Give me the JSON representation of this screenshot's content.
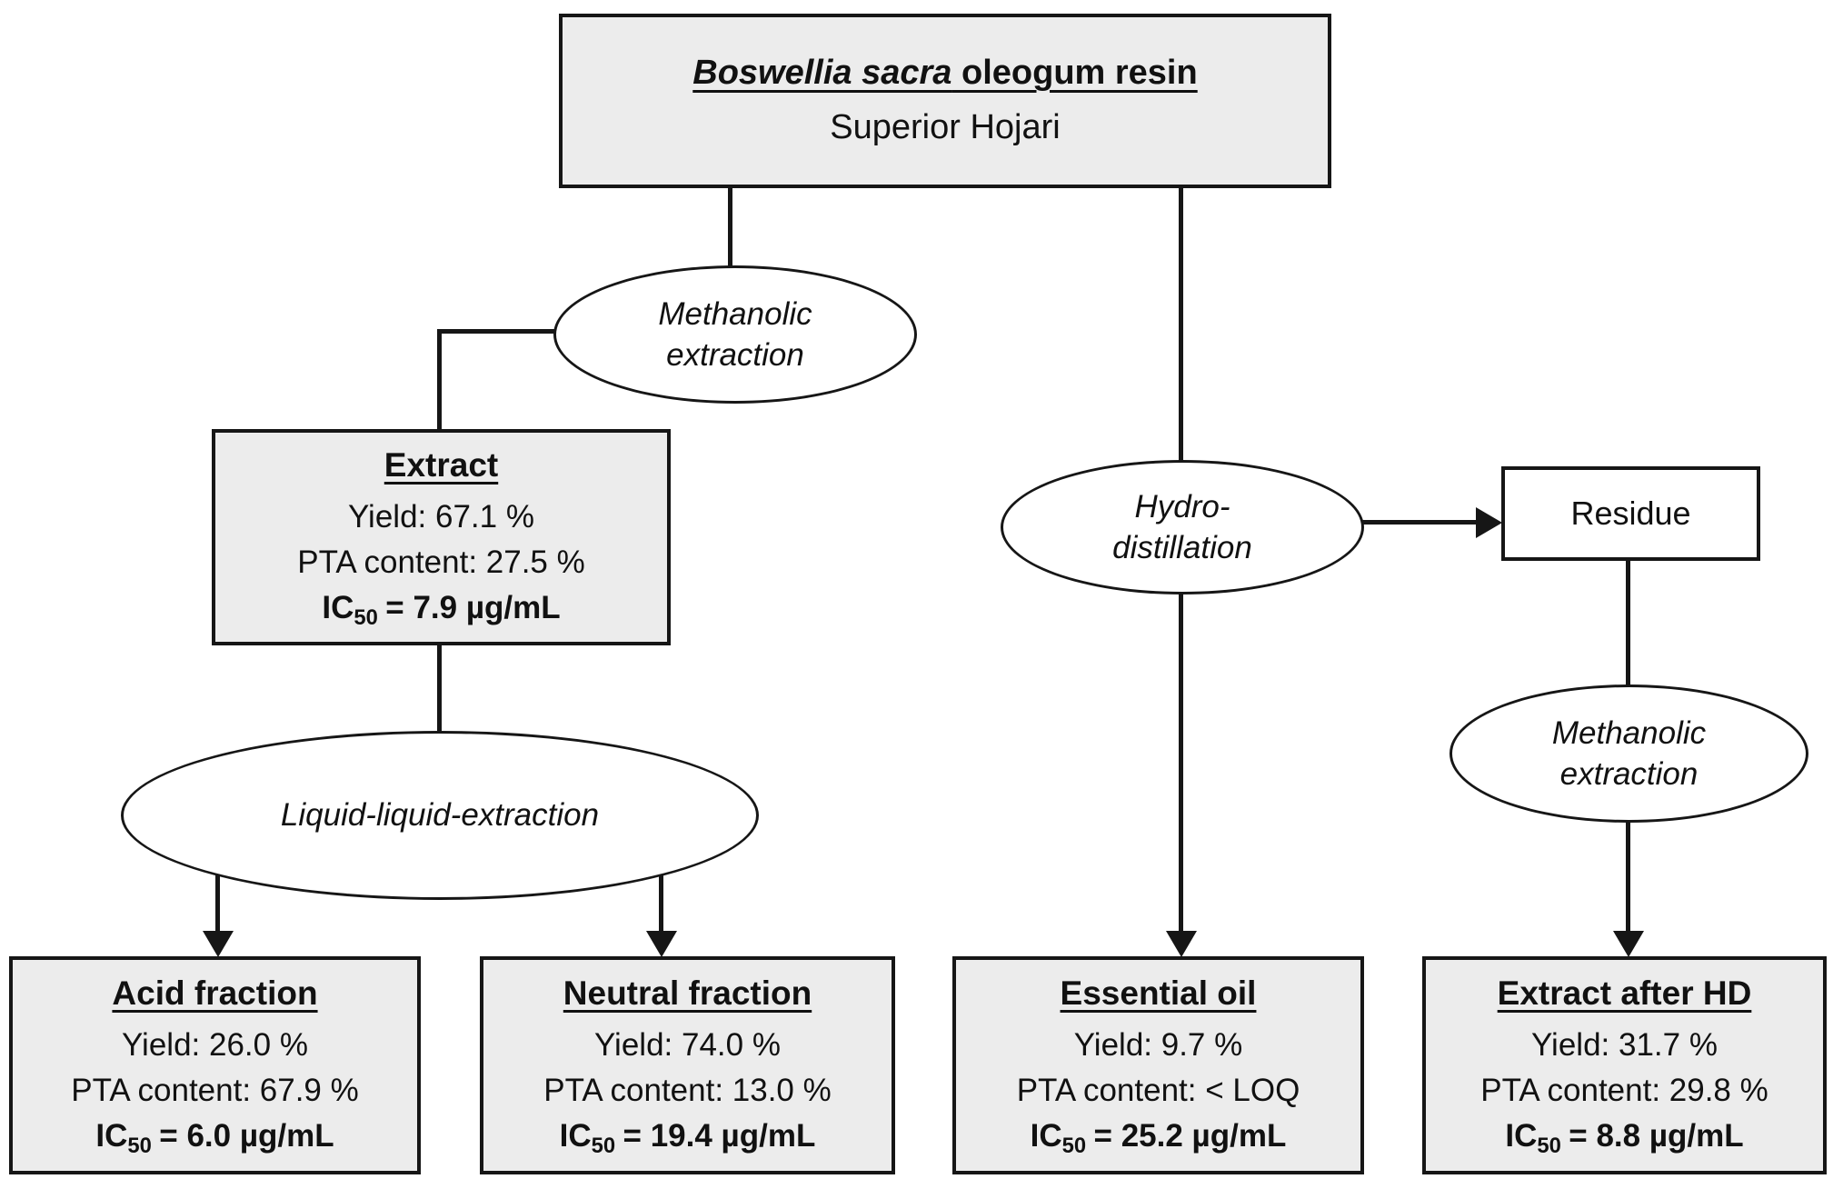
{
  "source_box": {
    "title_italic": "Boswellia sacra",
    "title_rest": " oleogum resin",
    "subtitle": "Superior Hojari"
  },
  "process_steps": {
    "methanolic_left": {
      "line1": "Methanolic",
      "line2": "extraction"
    },
    "liquid_liquid": {
      "line1": "Liquid-liquid-extraction"
    },
    "hydro": {
      "line1": "Hydro-",
      "line2": "distillation"
    },
    "methanolic_right": {
      "line1": "Methanolic",
      "line2": "extraction"
    }
  },
  "extract_box": {
    "title": "Extract",
    "yield": "Yield: 67.1 %",
    "pta": "PTA content: 27.5 %",
    "ic_prefix": "IC",
    "ic_sub": "50",
    "ic_value": "= 7.9 µg/mL"
  },
  "residue_box": {
    "label": "Residue"
  },
  "fraction_boxes": [
    {
      "title": "Acid fraction",
      "yield": "Yield: 26.0 %",
      "pta": "PTA content: 67.9 %",
      "ic_prefix": "IC",
      "ic_sub": "50",
      "ic_value": "= 6.0 µg/mL"
    },
    {
      "title": "Neutral fraction",
      "yield": "Yield: 74.0 %",
      "pta": "PTA content: 13.0 %",
      "ic_prefix": "IC",
      "ic_sub": "50",
      "ic_value": "= 19.4 µg/mL"
    },
    {
      "title": "Essential oil",
      "yield": "Yield: 9.7 %",
      "pta": "PTA content: < LOQ",
      "ic_prefix": "IC",
      "ic_sub": "50",
      "ic_value": "= 25.2 µg/mL"
    },
    {
      "title": "Extract after HD",
      "yield": "Yield: 31.7 %",
      "pta": "PTA content: 29.8 %",
      "ic_prefix": "IC",
      "ic_sub": "50",
      "ic_value": "= 8.8 µg/mL"
    }
  ],
  "colors": {
    "box_fill": "#ececec",
    "stroke": "#161616",
    "background": "#ffffff"
  }
}
